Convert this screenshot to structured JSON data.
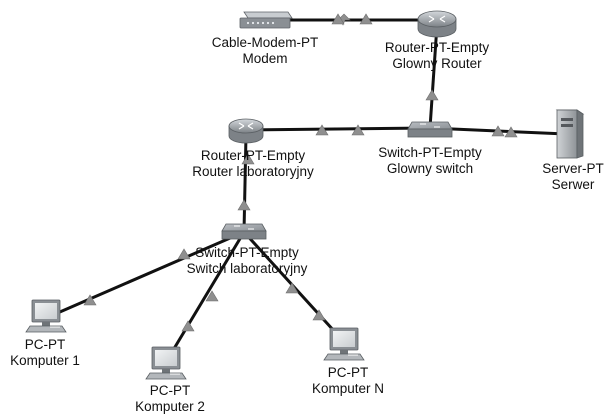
{
  "devices": {
    "modem": {
      "type": "Cable-Modem-PT",
      "name": "Modem"
    },
    "main_router": {
      "type": "Router-PT-Empty",
      "name": "Glowny Router"
    },
    "main_switch": {
      "type": "Switch-PT-Empty",
      "name": "Glowny switch"
    },
    "server": {
      "type": "Server-PT",
      "name": "Serwer"
    },
    "lab_router": {
      "type": "Router-PT-Empty",
      "name": "Router laboratoryjny"
    },
    "lab_switch": {
      "type": "Switch-PT-Empty",
      "name": "Switch laboratoryjny"
    },
    "pc1": {
      "type": "PC-PT",
      "name": "Komputer 1"
    },
    "pc2": {
      "type": "PC-PT",
      "name": "Komputer 2"
    },
    "pcn": {
      "type": "PC-PT",
      "name": "Komputer N"
    }
  },
  "links": [
    {
      "from": "modem",
      "to": "main_router"
    },
    {
      "from": "main_router",
      "to": "main_switch"
    },
    {
      "from": "main_switch",
      "to": "server"
    },
    {
      "from": "lab_router",
      "to": "main_switch"
    },
    {
      "from": "lab_router",
      "to": "lab_switch"
    },
    {
      "from": "lab_switch",
      "to": "pc1"
    },
    {
      "from": "lab_switch",
      "to": "pc2"
    },
    {
      "from": "lab_switch",
      "to": "pcn"
    }
  ],
  "colors": {
    "link": "#111111",
    "link_status": "#8f8f8f",
    "device_body": "#8a8f94"
  },
  "icons": {
    "modem": "cable-modem-icon",
    "router": "router-icon",
    "switch": "switch-icon",
    "server": "server-icon",
    "pc": "pc-icon"
  }
}
